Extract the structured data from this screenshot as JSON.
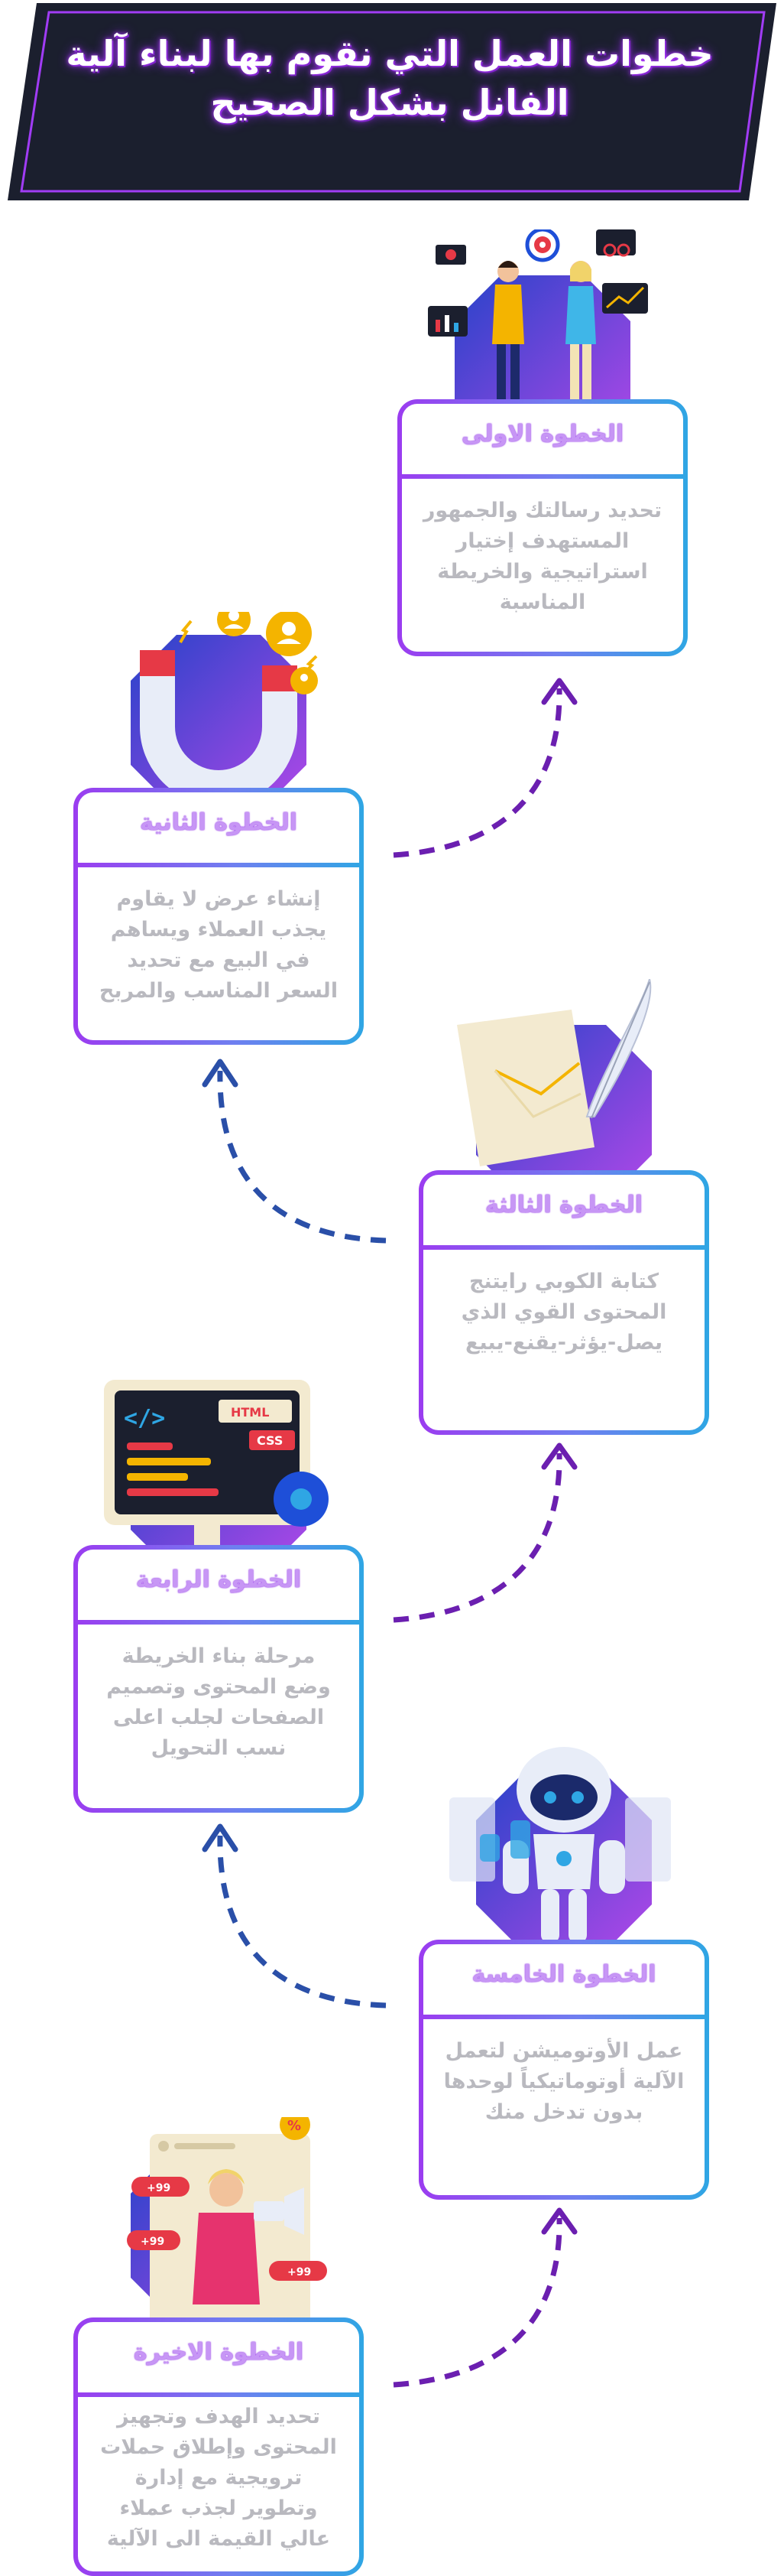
{
  "header": {
    "title_line1": "خطوات العمل التي نقوم بها لبناء آلية",
    "title_line2": "الفانل بشكل الصحيح"
  },
  "colors": {
    "banner_bg": "#1b1f2e",
    "banner_border": "#a13cf5",
    "card_gradient_start": "#9b3cf0",
    "card_gradient_end": "#2fa6e4",
    "arrow_purple": "#6b1fb0",
    "arrow_blue": "#2a4fa8",
    "card_title": "#c796f5",
    "card_text": "#b9b9bf"
  },
  "steps": [
    {
      "title": "الخطوة الاولى",
      "text": "تحديد رسالتك والجمهور المستهدف إختيار استراتيجية والخريطة المناسبة",
      "icon": "team-target-icon"
    },
    {
      "title": "الخطوة الثانية",
      "text": "إنشاء عرض لا يقاوم يجذب العملاء ويساهم في البيع مع تحديد السعر المناسب والمربح",
      "icon": "magnet-icon"
    },
    {
      "title": "الخطوة الثالثة",
      "text": "كتابة الكوبي رايتنج المحتوى القوي الذي يصل-يؤثر-يقنع-يبيع",
      "icon": "paper-quill-icon"
    },
    {
      "title": "الخطوة الرابعة",
      "text": "مرحلة بناء الخريطة وضع المحتوى وتصميم الصفحات لجلب اعلى نسب التحويل",
      "icon": "code-monitor-icon"
    },
    {
      "title": "الخطوة الخامسة",
      "text": "عمل الأوتوميشن لتعمل الآلية أوتوماتيكياً لوحدها بدون تدخل منك",
      "icon": "robot-icon"
    },
    {
      "title": "الخطوة الاخيرة",
      "text": "تحديد الهدف وتجهيز المحتوى وإطلاق حملات ترويجية مع إدارة وتطوير لجذب عملاء عالي القيمة الى الآلية",
      "icon": "social-post-icon",
      "badges": [
        "+99",
        "+99",
        "+99"
      ]
    }
  ]
}
